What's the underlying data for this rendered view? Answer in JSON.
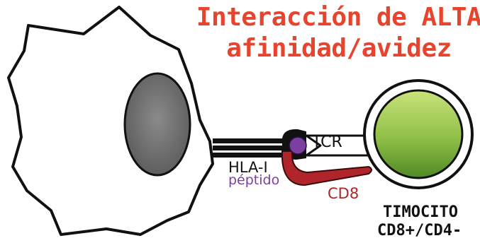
{
  "title": {
    "line1": "Interacción de ALTA",
    "line2": "afinidad/avidez"
  },
  "labels": {
    "tcr": "TCR",
    "hla": "HLA-I",
    "peptide": "péptido",
    "cd8": "CD8",
    "cell_line1": "TIMOCITO",
    "cell_line2": "CD8+/CD4-"
  },
  "colors": {
    "title": "#e8432c",
    "cd8": "#b0252a",
    "peptide": "#7b3fa0",
    "nucleus": "#777777",
    "thymocyte_top": "#c6e06a",
    "thymocyte_bottom": "#5f9a2e"
  }
}
